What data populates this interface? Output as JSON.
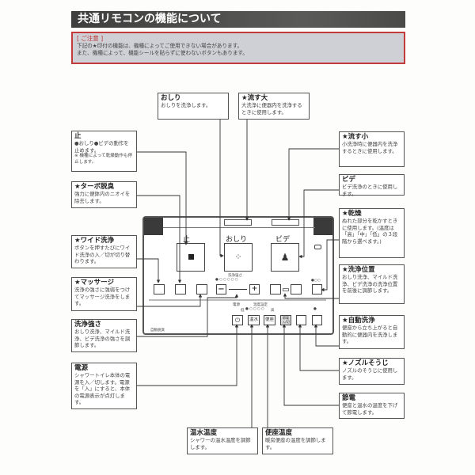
{
  "title": "共通リモコンの機能について",
  "notice": {
    "heading": "[ ご注意 ]",
    "line1": "下記の★印付の機能は、機種によってご使用できない場合があります。",
    "line2": "また、機種によって、機能シールを貼らずに使わないボタンもあります。"
  },
  "callouts": {
    "oshiri": {
      "title": "おしり",
      "text": "おしりを洗浄します。"
    },
    "nagasu_dai": {
      "title": "★流す大",
      "text": "大洗浄に便器内を洗浄するときに使用します。"
    },
    "stop": {
      "title": "止",
      "text": "●おしり●ビデの動作を止めます。",
      "note": "※ 機種によって乾燥動作も停止します。"
    },
    "turbo": {
      "title": "★ターボ脱臭",
      "text": "強力に便鉢内のニオイを除去します。"
    },
    "nagasu_sho": {
      "title": "★流す小",
      "text": "小洗浄時に便器内を洗浄するときに使用します。"
    },
    "bidet": {
      "title": "ビデ",
      "text": "ビデ洗浄のときに使用します。"
    },
    "dry": {
      "title": "★乾燥",
      "text": "ぬれた部分を乾かすときに使用します。(温度は「高」「中」「低」の３段階から選べます。)"
    },
    "position": {
      "title": "★洗浄位置",
      "text": "おしり洗浄、マイルド洗浄、ビデ洗浄の洗浄位置を前後に調節します。"
    },
    "wide": {
      "title": "★ワイド洗浄",
      "text": "ボタンを押すたびにワイド洗浄の入／切が切り替わります。"
    },
    "massage": {
      "title": "★マッサージ",
      "text": "洗浄の強さに強弱をつけてマッサージ洗浄をします。"
    },
    "strength": {
      "title": "洗浄強さ",
      "text": "おしり洗浄、マイルド洗浄、ビデ洗浄の強さを調節します。"
    },
    "auto": {
      "title": "★自動洗浄",
      "text": "便座から立ち上がると自動的に便器内を洗浄します。"
    },
    "power": {
      "title": "電源",
      "text": "シャワートイレ本体の電源を入／切します。電源を「入」にすると、本体の電源表示が点灯します。"
    },
    "nozzle": {
      "title": "★ノズルそうじ",
      "text": "ノズルのそうじに使用します。"
    },
    "eco": {
      "title": "節電",
      "text": "便座と温水の温度を下げて節電します。"
    },
    "water_temp": {
      "title": "温水温度",
      "text": "シャワーの温水温度を調節します。"
    },
    "seat_temp": {
      "title": "便座温度",
      "text": "暖房便座の温度を調節します。"
    }
  },
  "remote": {
    "stop_label": "止",
    "oshiri_label": "おしり",
    "bidet_label": "ビデ",
    "strength_label": "洗浄強さ",
    "minus": "−",
    "plus": "+",
    "power_label": "電源",
    "temp_label": "温度設定",
    "low": "低",
    "high": "高",
    "water_btn": "温水",
    "seat_btn": "便座",
    "eco_btn": "節電 入/切",
    "deodor_label": "自動脱臭",
    "icons": {
      "stop": "square-stop-icon",
      "oshiri": "oshiri-spray-icon",
      "bidet": "bidet-spray-icon",
      "power": "power-icon"
    }
  },
  "colors": {
    "title_bg": "#4a4a48",
    "notice_border": "#c23a3a",
    "notice_bg": "#cfd0d6"
  }
}
